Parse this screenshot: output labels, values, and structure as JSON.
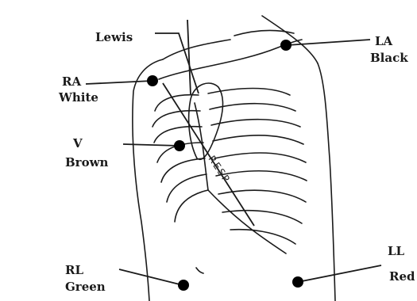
{
  "labels": {
    "lewis": "Lewis",
    "ra": {
      "code": "RA",
      "color": "White"
    },
    "la": {
      "code": "LA",
      "color": "Black"
    },
    "v": {
      "code": "V",
      "color": "Brown"
    },
    "rl": {
      "code": "RL",
      "color": "Green"
    },
    "ll": {
      "code": "LL",
      "color": "Red"
    },
    "resp": "RESP"
  },
  "colors": {
    "ink": "#1a1a1a",
    "electrode": "#000000",
    "background": "#ffffff"
  }
}
